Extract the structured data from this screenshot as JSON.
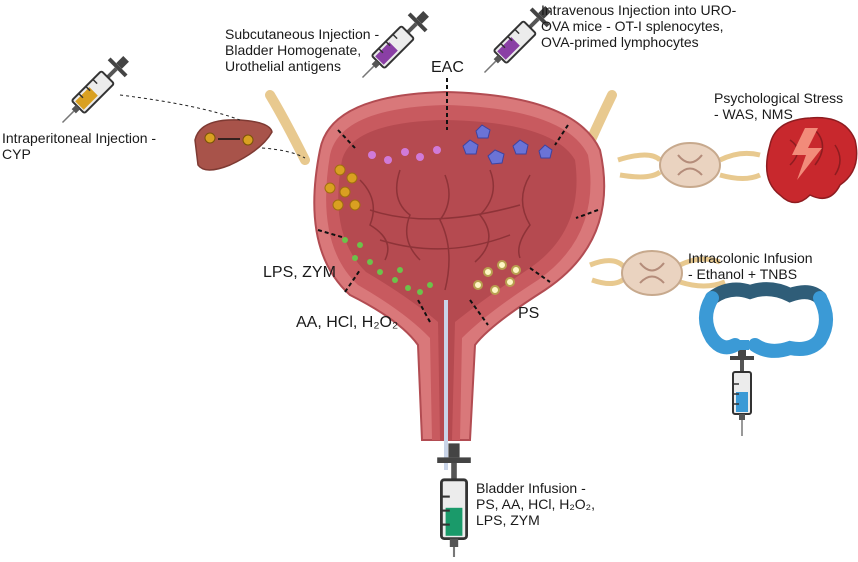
{
  "labels": {
    "subcutaneous": [
      "Subcutaneous Injection -",
      "Bladder Homogenate,",
      "Urothelial antigens"
    ],
    "intravenous": [
      "Intravenous Injection into URO-",
      "OVA mice - OT-I splenocytes,",
      "OVA-primed lymphocytes"
    ],
    "intraperitoneal": [
      "Intraperitoneal Injection -",
      "CYP"
    ],
    "eac": "EAC",
    "stress": [
      "Psychological Stress",
      "- WAS, NMS"
    ],
    "intracolonic": [
      "Intracolonic Infusion",
      "- Ethanol + TNBS"
    ],
    "lps_zym": "LPS, ZYM",
    "aa_hcl": "AA, HCl, H₂O₂",
    "ps": "PS",
    "bladder_infusion": [
      "Bladder Infusion -",
      "PS, AA, HCl, H₂O₂,",
      "LPS, ZYM"
    ]
  },
  "colors": {
    "bladder_outer": "#d9787a",
    "bladder_wall": "#c85a5f",
    "lumen": "#b54a50",
    "fold": "#8e3338",
    "liver": "#a8534a",
    "yellow_dot": "#d9a021",
    "green_dot": "#6cc24a",
    "purple_cell": "#d07ad8",
    "blue_cell": "#6b73d6",
    "brain": "#c8282d",
    "colon_dark": "#2f5d78",
    "colon_light": "#3b9ad6",
    "nerve": "#f1dcac",
    "syringe_body": "#e9e9e9"
  }
}
